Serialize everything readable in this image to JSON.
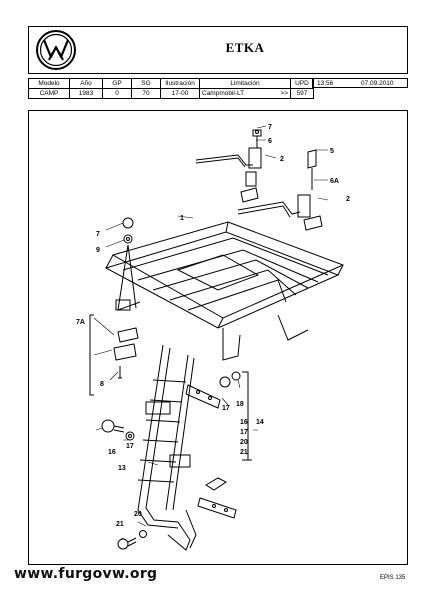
{
  "header": {
    "title": "ETKA",
    "logo": "vw-logo"
  },
  "meta_table": {
    "headers": [
      "Modelo",
      "Año",
      "GP",
      "SG",
      "Ilustración",
      "Limitación",
      "UPD"
    ],
    "values": [
      "CAMP",
      "1983",
      "0",
      "70",
      "17-00",
      "Campmobil-LT",
      "597"
    ],
    "marker": ">>"
  },
  "stamp": {
    "time": "13:56",
    "date": "07.09.2010"
  },
  "diagram": {
    "labels": [
      "7",
      "6",
      "2",
      "5",
      "6A",
      "2",
      "1",
      "7",
      "9",
      "7A",
      "8",
      "18",
      "17",
      "16",
      "14",
      "16",
      "17",
      "20",
      "21",
      "17",
      "13",
      "20",
      "21"
    ]
  },
  "footer": {
    "watermark": "www.furgovw.org",
    "code": "EPIS 135"
  }
}
